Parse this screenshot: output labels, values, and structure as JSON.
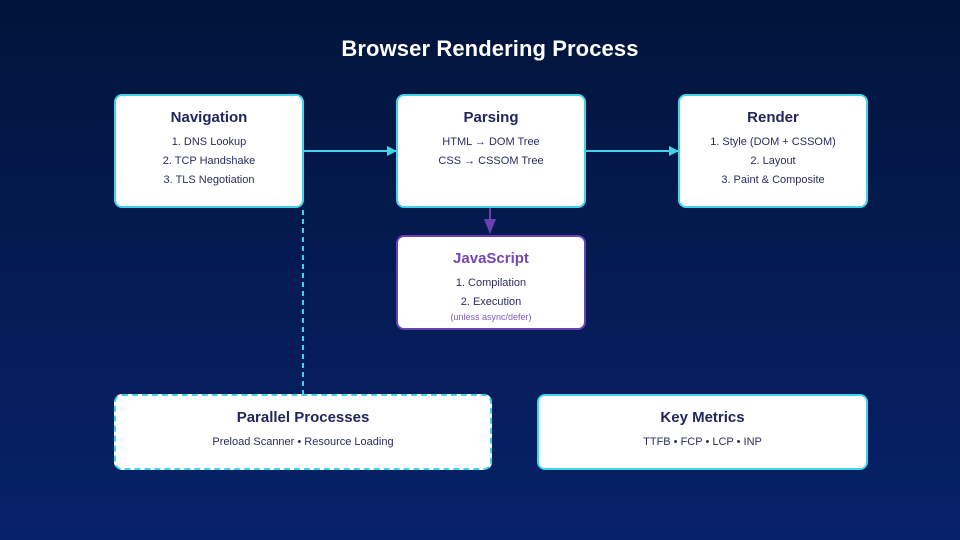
{
  "title": "Browser Rendering Process",
  "colors": {
    "accent": "#41d3ea",
    "javascript": "#6a41b4",
    "text": "#23265c",
    "background_top": "#01143a",
    "background_bottom": "#07216a"
  },
  "nodes": {
    "navigation": {
      "title": "Navigation",
      "items": [
        "1. DNS Lookup",
        "2. TCP Handshake",
        "3. TLS Negotiation"
      ]
    },
    "parsing": {
      "title": "Parsing",
      "items": [
        "HTML → DOM Tree",
        "CSS → CSSOM Tree"
      ]
    },
    "render": {
      "title": "Render",
      "items": [
        "1. Style (DOM + CSSOM)",
        "2. Layout",
        "3. Paint & Composite"
      ]
    },
    "javascript": {
      "title": "JavaScript",
      "items": [
        "1. Compilation",
        "2. Execution"
      ],
      "note": "(unless async/defer)"
    },
    "parallel": {
      "title": "Parallel Processes",
      "subtitle": "Preload Scanner • Resource Loading"
    },
    "metrics": {
      "title": "Key Metrics",
      "subtitle": "TTFB • FCP • LCP • INP"
    }
  },
  "edges": [
    {
      "from": "navigation",
      "to": "parsing",
      "style": "solid"
    },
    {
      "from": "parsing",
      "to": "render",
      "style": "solid"
    },
    {
      "from": "parsing",
      "to": "javascript",
      "style": "solid"
    },
    {
      "from": "navigation",
      "to": "parallel",
      "style": "dashed"
    }
  ]
}
